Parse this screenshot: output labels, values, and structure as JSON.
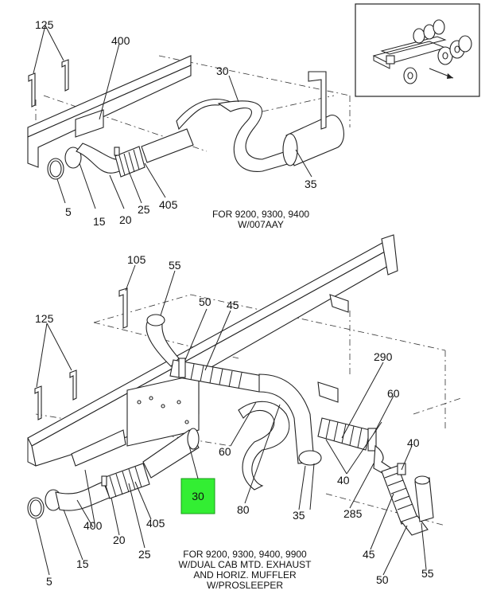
{
  "upper": {
    "callouts": [
      "125",
      "400",
      "30",
      "5",
      "15",
      "20",
      "25",
      "405",
      "35"
    ],
    "caption": [
      "FOR 9200, 9300, 9400",
      "W/007AAY"
    ]
  },
  "lower": {
    "callouts": [
      "105",
      "55",
      "50",
      "45",
      "125",
      "290",
      "60",
      "40",
      "60",
      "80",
      "40",
      "35",
      "285",
      "30",
      "400",
      "20",
      "405",
      "25",
      "5",
      "15",
      "45",
      "50",
      "55"
    ],
    "caption": [
      "FOR 9200, 9300, 9400, 9900",
      "W/DUAL CAB MTD. EXHAUST",
      "AND HORIZ. MUFFLER",
      "W/PROSLEEPER"
    ]
  },
  "highlight": {
    "label": "30",
    "color": "#33ee33"
  }
}
